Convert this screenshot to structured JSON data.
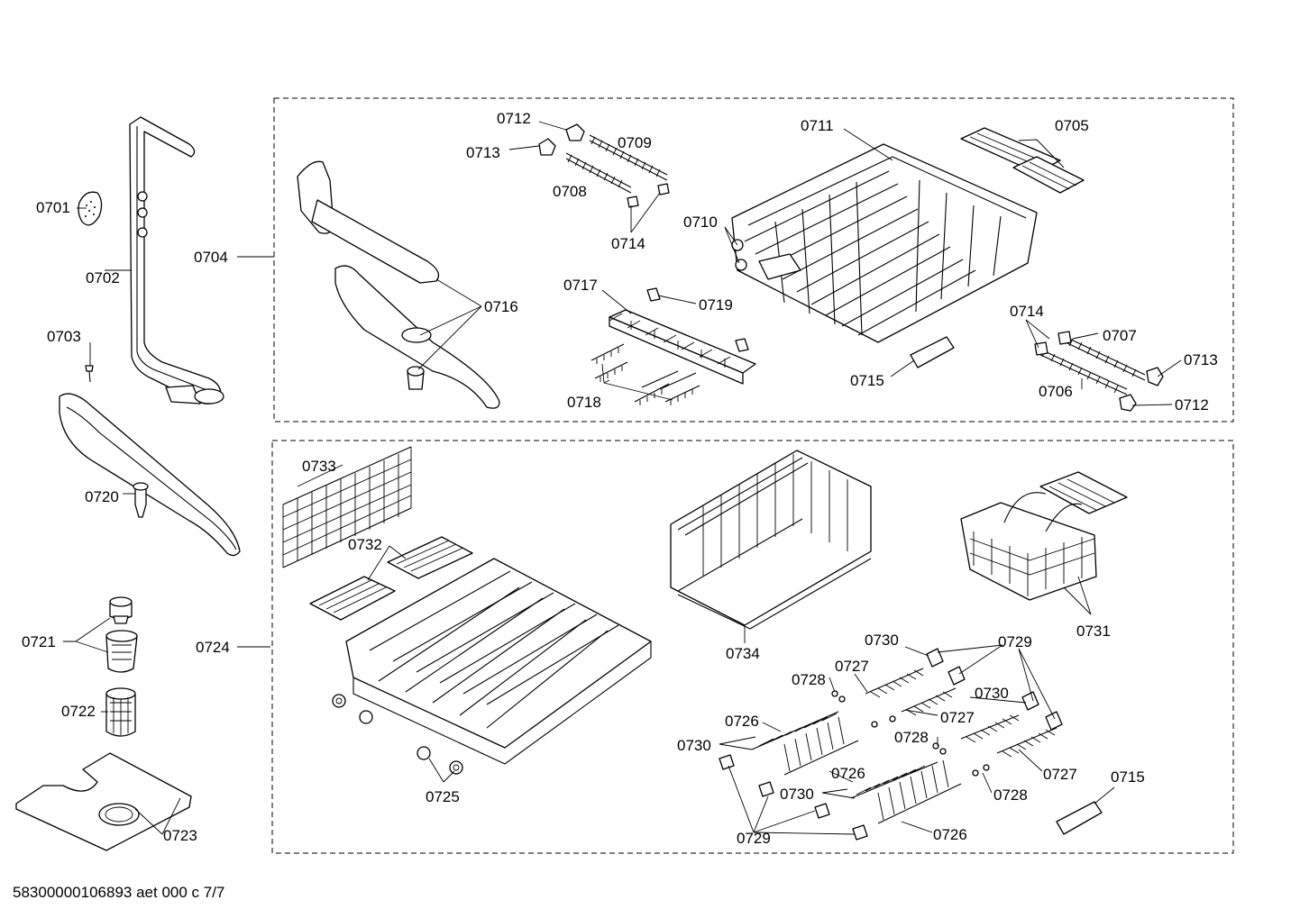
{
  "document_id": "58300000106893 aet 000 c 7/7",
  "labels": {
    "l0701": "0701",
    "l0702": "0702",
    "l0703": "0703",
    "l0704": "0704",
    "l0705": "0705",
    "l0706": "0706",
    "l0707": "0707",
    "l0708": "0708",
    "l0709": "0709",
    "l0710": "0710",
    "l0711": "0711",
    "l0712a": "0712",
    "l0712b": "0712",
    "l0713a": "0713",
    "l0713b": "0713",
    "l0714a": "0714",
    "l0714b": "0714",
    "l0715a": "0715",
    "l0715b": "0715",
    "l0716": "0716",
    "l0717": "0717",
    "l0718": "0718",
    "l0719": "0719",
    "l0720": "0720",
    "l0721": "0721",
    "l0722": "0722",
    "l0723": "0723",
    "l0724": "0724",
    "l0725": "0725",
    "l0726a": "0726",
    "l0726b": "0726",
    "l0726c": "0726",
    "l0727a": "0727",
    "l0727b": "0727",
    "l0727c": "0727",
    "l0728a": "0728",
    "l0728b": "0728",
    "l0728c": "0728",
    "l0729a": "0729",
    "l0729b": "0729",
    "l0730a": "0730",
    "l0730b": "0730",
    "l0730c": "0730",
    "l0730d": "0730",
    "l0731": "0731",
    "l0732": "0732",
    "l0733": "0733",
    "l0734": "0734"
  }
}
